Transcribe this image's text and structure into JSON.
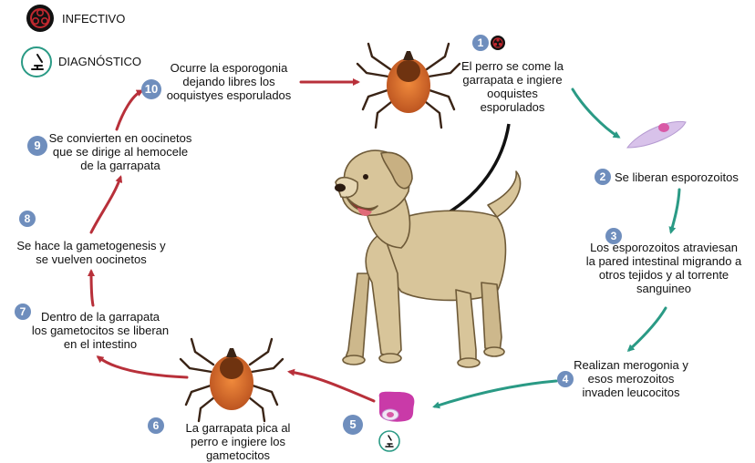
{
  "legend": {
    "infective_label": "INFECTIVO",
    "diagnostic_label": "DIAGNÓSTICO",
    "infective_icon": "biohazard-icon",
    "diagnostic_icon": "microscope-icon"
  },
  "colors": {
    "infective_arrow": "#b8303a",
    "diagnostic_arrow": "#2a9a85",
    "black_arrow": "#111111",
    "badge": "#6f8ebd",
    "tick_body": "#d46a2a",
    "tick_shield": "#7a3a16",
    "dog_body": "#d8c59a"
  },
  "steps": [
    {
      "num": "1",
      "lines": [
        "El perro se come la",
        "garrapata e ingiere",
        "ooquistes",
        "esporulados"
      ]
    },
    {
      "num": "2",
      "lines": [
        "Se liberan esporozoitos"
      ]
    },
    {
      "num": "3",
      "lines": [
        "Los esporozoitos atraviesan",
        "la pared intestinal migrando a",
        "otros tejidos y al torrente",
        "sanguineo"
      ]
    },
    {
      "num": "4",
      "lines": [
        "Realizan merogonia y",
        "esos  merozoitos",
        "invaden leucocitos"
      ]
    },
    {
      "num": "5",
      "lines": []
    },
    {
      "num": "6",
      "lines": [
        "La garrapata pica al",
        "perro e ingiere los",
        "gametocitos"
      ]
    },
    {
      "num": "7",
      "lines": [
        "Dentro de la garrapata",
        "los gametocitos se liberan",
        "en el intestino"
      ]
    },
    {
      "num": "8",
      "lines": [
        "Se hace la gametogenesis y",
        "se vuelven oocinetos"
      ]
    },
    {
      "num": "9",
      "lines": [
        "Se convierten en oocinetos",
        "que se dirige al hemocele",
        "de la garrapata"
      ]
    },
    {
      "num": "10",
      "lines": [
        "Ocurre la esporogonia",
        "dejando libres los",
        "ooquistyes esporulados"
      ]
    }
  ]
}
